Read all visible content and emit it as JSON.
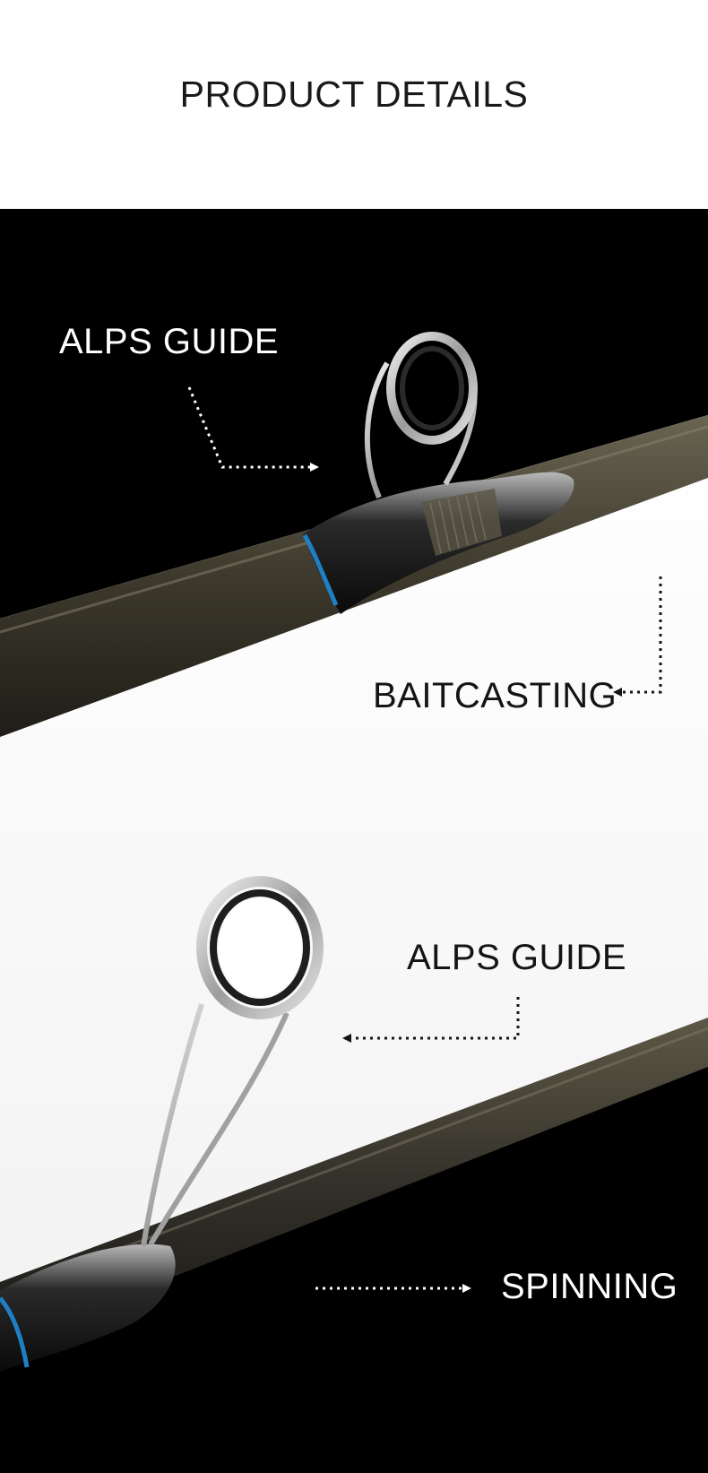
{
  "header": {
    "title": "PRODUCT DETAILS"
  },
  "callouts": {
    "top_guide": "ALPS GUIDE",
    "baitcasting": "BAITCASTING",
    "bottom_guide": "ALPS GUIDE",
    "spinning": "SPINNING"
  },
  "colors": {
    "page_background": "#ffffff",
    "dark_background": "#000000",
    "rod_blank": "#4a4536",
    "accent_blue": "#1f7fc4",
    "guide_metal": "#d8d8d8"
  }
}
